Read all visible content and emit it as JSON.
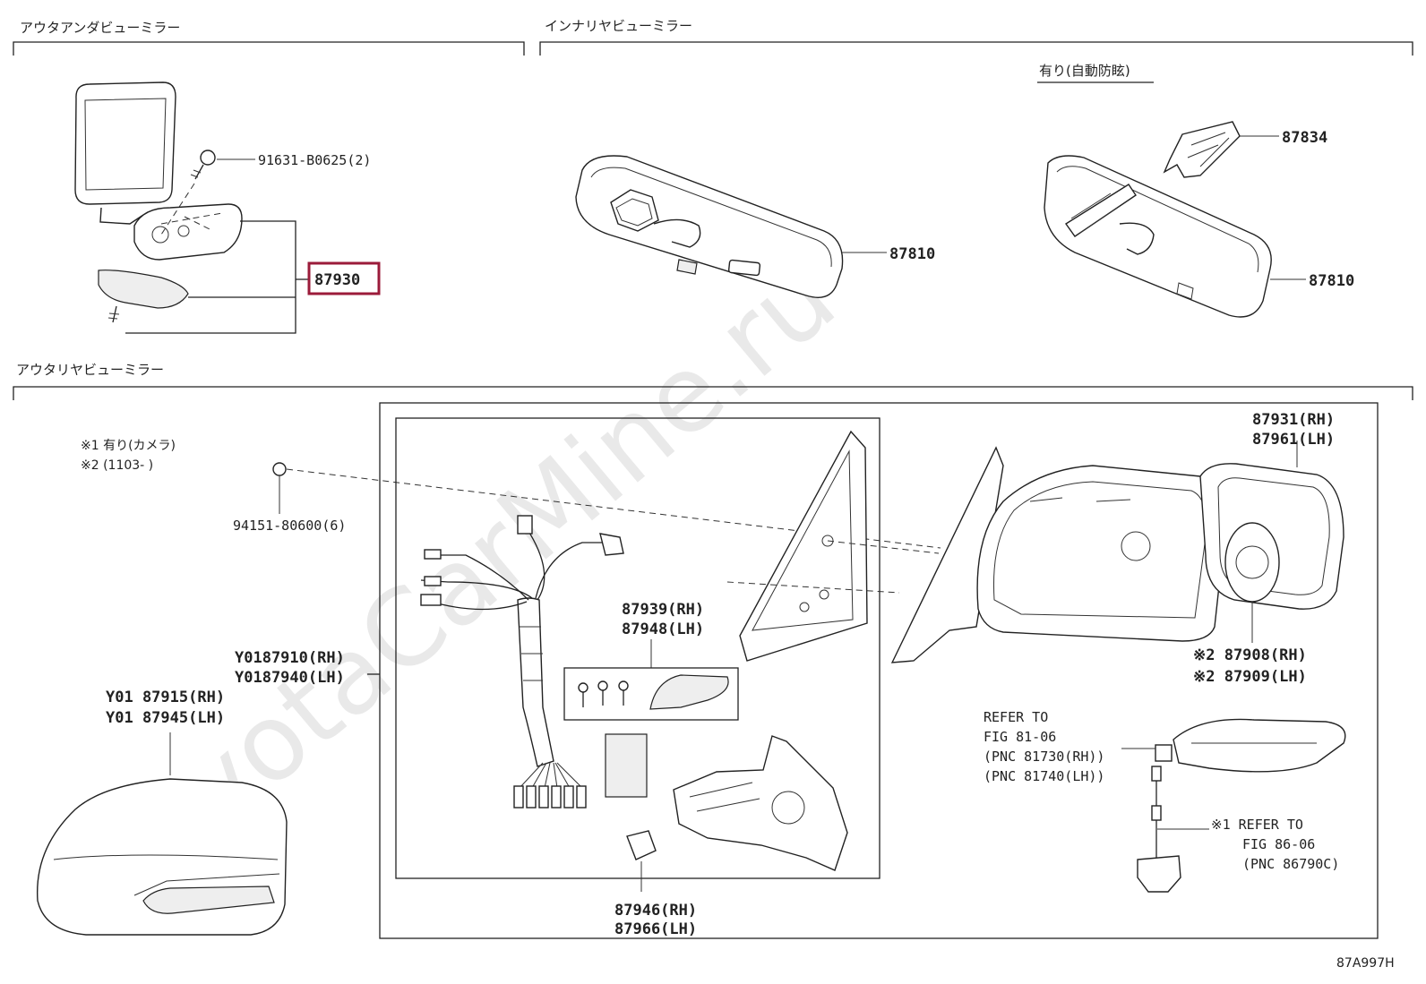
{
  "watermark": "ToyotaCarMine.ru",
  "sections": {
    "outer_under": "アウタアンダビューミラー",
    "inner_rear": "インナリヤビューミラー",
    "outer_rear": "アウタリヤビューミラー"
  },
  "with_auto_dimming": "有り(自動防眩)",
  "notes": {
    "n1": "※1 有り(カメラ)",
    "n2": "※2 (1103-      )"
  },
  "labels": {
    "screw_91631": "91631-B0625(2)",
    "p87930": "87930",
    "p87810_a": "87810",
    "p87810_b": "87810",
    "p87834": "87834",
    "p94151": "94151-80600(6)",
    "p87931": "87931(RH)",
    "p87961": "87961(LH)",
    "p87939": "87939(RH)",
    "p87948": "87948(LH)",
    "y87910": "Y0187910(RH)",
    "y87940": "Y0187940(LH)",
    "y87915": "Y01 87915(RH)",
    "y87945": "Y01 87945(LH)",
    "p87908": "※2 87908(RH)",
    "p87909": "※2 87909(LH)",
    "refer81_1": "REFER TO",
    "refer81_2": "FIG 81-06",
    "refer81_3": "(PNC 81730(RH))",
    "refer81_4": "(PNC 81740(LH))",
    "refer86_1": "※1 REFER TO",
    "refer86_2": "FIG 86-06",
    "refer86_3": "(PNC 86790C)",
    "p87946": "87946(RH)",
    "p87966": "87966(LH)",
    "figure_code": "87A997H"
  },
  "highlight_color": "#9b1b3a"
}
